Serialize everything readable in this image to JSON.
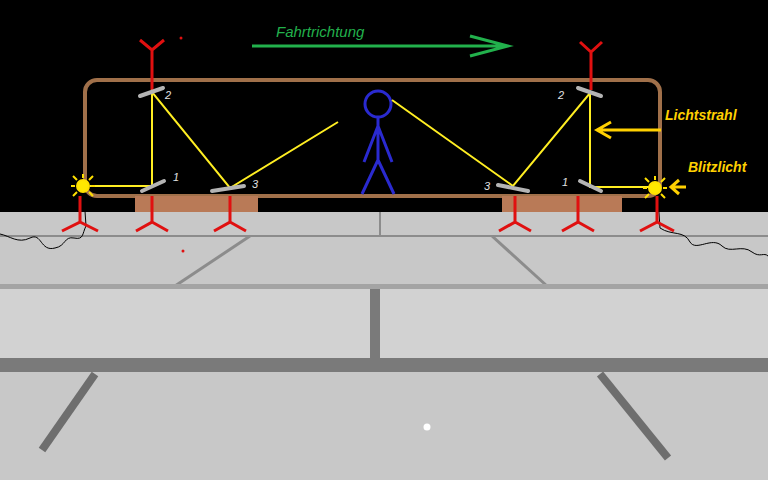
{
  "diagram": {
    "labels": [
      "Fahrtrichtung",
      "2",
      "2",
      "Lichtstrahl",
      "1",
      "3",
      "3",
      "1",
      "Blitzlicht"
    ]
  }
}
